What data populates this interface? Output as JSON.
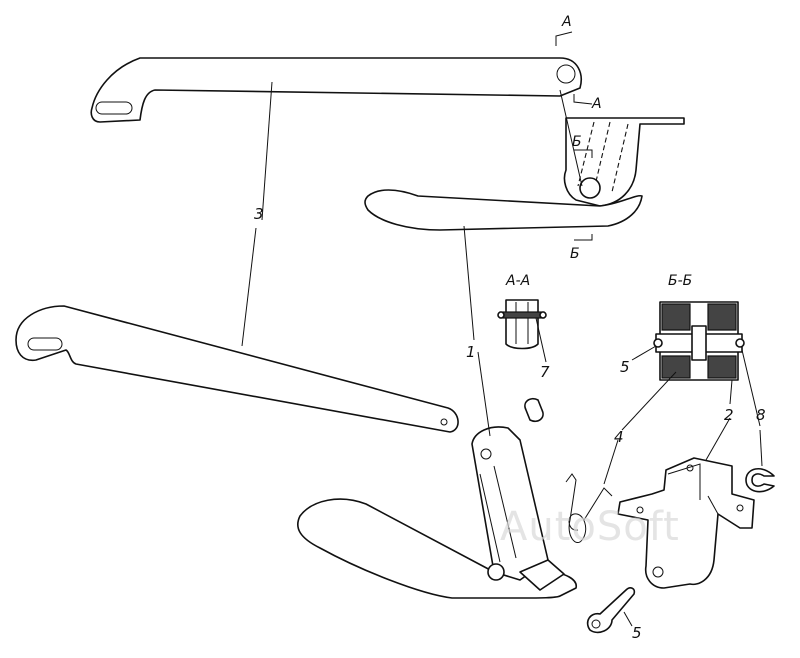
{
  "section_titles": {
    "aa": "А-А",
    "bb": "Б-Б"
  },
  "cut_marks": {
    "a": "А",
    "b": "Б"
  },
  "callouts": {
    "n1": "1",
    "n2": "2",
    "n3": "3",
    "n4": "4",
    "n5_left": "5",
    "n5_bottom": "5",
    "n7": "7",
    "n8": "8"
  },
  "watermark": "AutoSoft"
}
